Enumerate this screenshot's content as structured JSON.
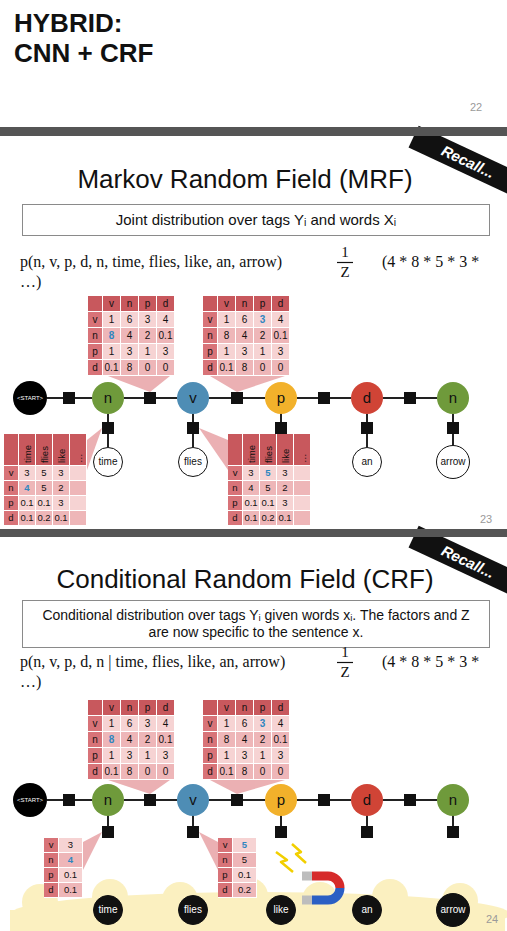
{
  "diagram": {
    "title": "HYBRID: CNN + CRF",
    "nodes": [
      {
        "text": [
          "Recall..."
        ]
      },
      {
        "text": [
          "Joint distribution over tags Yᵢ and words Xᵢ"
        ]
      },
      {
        "text": [
          "<START>"
        ]
      },
      {
        "text": [
          "n"
        ]
      },
      {
        "text": [
          "v"
        ]
      },
      {
        "text": [
          "p"
        ]
      },
      {
        "text": [
          "d"
        ]
      },
      {
        "text": [
          "n"
        ]
      },
      {
        "text": [
          "time"
        ]
      },
      {
        "text": [
          "flies"
        ]
      },
      {
        "text": [
          "an"
        ]
      },
      {
        "text": [
          "arrow"
        ]
      },
      {
        "text": [
          "Recall..."
        ]
      },
      {
        "text": [
          "Conditional distribution over tags Yᵢ given words xᵢ. The factors and Z are now specific to the sentence x."
        ]
      },
      {
        "text": [
          "<START>"
        ]
      },
      {
        "text": [
          "n"
        ]
      },
      {
        "text": [
          "v"
        ]
      },
      {
        "text": [
          "p"
        ]
      },
      {
        "text": [
          "d"
        ]
      },
      {
        "text": [
          "n"
        ]
      },
      {
        "text": [
          "time"
        ]
      },
      {
        "text": [
          "flies"
        ]
      },
      {
        "text": [
          "like"
        ]
      },
      {
        "text": [
          "an"
        ]
      },
      {
        "text": [
          "arrow"
        ]
      }
    ],
    "edges": [
      {
        "from": 2,
        "to": 3,
        "arrow": "none"
      },
      {
        "from": 3,
        "to": 4,
        "arrow": "none"
      },
      {
        "from": 4,
        "to": 5,
        "arrow": "none"
      },
      {
        "from": 5,
        "to": 6,
        "arrow": "none"
      },
      {
        "from": 6,
        "to": 7,
        "arrow": "none"
      },
      {
        "from": 3,
        "to": 8,
        "arrow": "none"
      },
      {
        "from": 4,
        "to": 9,
        "arrow": "none"
      },
      {
        "from": 6,
        "to": 10,
        "arrow": "none"
      },
      {
        "from": 7,
        "to": 11,
        "arrow": "none"
      },
      {
        "from": 14,
        "to": 15,
        "arrow": "none"
      },
      {
        "from": 15,
        "to": 16,
        "arrow": "none"
      },
      {
        "from": 16,
        "to": 17,
        "arrow": "none"
      },
      {
        "from": 17,
        "to": 18,
        "arrow": "none"
      },
      {
        "from": 18,
        "to": 19,
        "arrow": "none"
      }
    ],
    "labels": [
      "22",
      "Markov Random Field (MRF)",
      "p(n, v, p, d, n, time, flies, like, an, arrow)",
      "1",
      "Z",
      "(4 * 8 * 5 * 3 * …)",
      "v",
      "n",
      "p",
      "d",
      "v",
      "1",
      "6",
      "3",
      "4",
      "n",
      "8",
      "4",
      "2",
      "0.1",
      "p",
      "1",
      "3",
      "1",
      "3",
      "d",
      "0.1",
      "8",
      "0",
      "0",
      "v",
      "n",
      "p",
      "d",
      "v",
      "1",
      "6",
      "3",
      "4",
      "n",
      "8",
      "4",
      "2",
      "0.1",
      "p",
      "1",
      "3",
      "1",
      "3",
      "d",
      "0.1",
      "8",
      "0",
      "0",
      "time",
      "flies",
      "like",
      "…",
      "v",
      "3",
      "5",
      "3",
      "n",
      "4",
      "5",
      "2",
      "p",
      "0.1",
      "0.1",
      "3",
      "d",
      "0.1",
      "0.2",
      "0.1",
      "time",
      "flies",
      "like",
      "…",
      "v",
      "3",
      "5",
      "3",
      "n",
      "4",
      "5",
      "2",
      "p",
      "0.1",
      "0.1",
      "3",
      "d",
      "0.1",
      "0.2",
      "0.1",
      "23",
      "Conditional Random Field (CRF)",
      "p(n, v, p, d, n | time, flies, like, an, arrow)",
      "1",
      "Z",
      "(4 * 8 * 5 * 3 * …)",
      "v",
      "n",
      "p",
      "d",
      "v",
      "1",
      "6",
      "3",
      "4",
      "n",
      "8",
      "4",
      "2",
      "0.1",
      "p",
      "1",
      "3",
      "1",
      "3",
      "d",
      "0.1",
      "8",
      "0",
      "0",
      "v",
      "n",
      "p",
      "d",
      "v",
      "1",
      "6",
      "3",
      "4",
      "n",
      "8",
      "4",
      "2",
      "0.1",
      "p",
      "1",
      "3",
      "1",
      "3",
      "d",
      "0.1",
      "8",
      "0",
      "0",
      "v",
      "3",
      "n",
      "4",
      "p",
      "0.1",
      "d",
      "0.1",
      "v",
      "5",
      "n",
      "5",
      "p",
      "0.1",
      "d",
      "0.2",
      "24"
    ]
  }
}
